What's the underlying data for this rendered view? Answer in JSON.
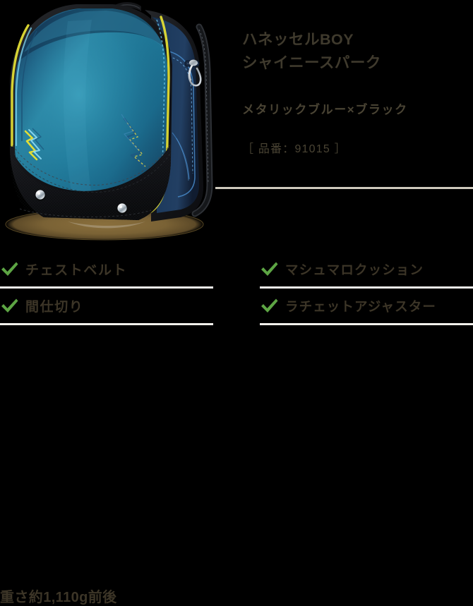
{
  "product": {
    "name": "ハネッセルBOY\nシャイニースパーク",
    "name_line1": "ハネッセルBOY",
    "name_line2": "シャイニースパーク",
    "color": "メタリックブルー×ブラック",
    "code": "［ 品番：91015 ］",
    "weight": "重さ約1,110g前後",
    "image_alt": "randoseru-metallic-blue-black"
  },
  "features": {
    "left": [
      {
        "icon": "check-icon",
        "label": "チェストベルト"
      },
      {
        "icon": "check-icon",
        "label": "間仕切り"
      }
    ],
    "right": [
      {
        "icon": "check-icon",
        "label": "マシュマロクッション"
      },
      {
        "icon": "check-icon",
        "label": "ラチェットアジャスター"
      }
    ]
  },
  "colors": {
    "background": "#000000",
    "text": "#3c3527",
    "heading": "#3f3a2d",
    "check_green": "#5da544",
    "divider": "#f2f0ec",
    "info_divider": "#cfcabd",
    "bag_body": "#1d6f8c",
    "bag_black": "#121214",
    "bag_accent_yellow": "#e8e234",
    "bag_accent_blue": "#63c6ef",
    "shadow": "#7a6235"
  }
}
